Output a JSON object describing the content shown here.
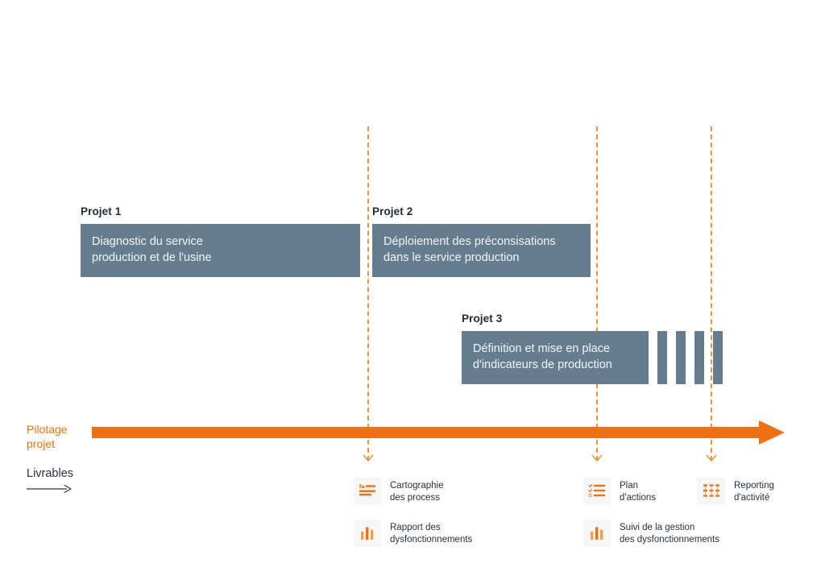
{
  "diagram": {
    "title_hidden": "",
    "colors": {
      "bar": "#667d90",
      "accent_orange": "#ef7012",
      "dashed_orange": "#e8923f",
      "text_dark": "#1c2a36",
      "icon_bg": "#f6f6f6"
    }
  },
  "projects": [
    {
      "title": "Projet 1",
      "description": "Diagnostic du service\nproduction et de l'usine",
      "stripes": 0
    },
    {
      "title": "Projet 2",
      "description": "Déploiement des préconsisations\ndans le service production",
      "stripes": 0
    },
    {
      "title": "Projet 3",
      "description": "Définition et mise en place\nd'indicateurs de production",
      "stripes": 4
    }
  ],
  "timeline": {
    "label": "Pilotage\nprojet",
    "arrow_icon": "arrow-right-icon"
  },
  "livrables": {
    "label": "Livrables",
    "arrow_icon": "arrow-right-thin-icon"
  },
  "milestones": [
    {
      "name": "milestone-1"
    },
    {
      "name": "milestone-2"
    },
    {
      "name": "milestone-3"
    }
  ],
  "deliverables": [
    {
      "icon": "process-map-icon",
      "label": "Cartographie\ndes process"
    },
    {
      "icon": "bar-chart-icon",
      "label": "Rapport des\ndysfonctionnements"
    },
    {
      "icon": "checklist-icon",
      "label": "Plan\nd'actions"
    },
    {
      "icon": "bar-chart-icon",
      "label": "Suivi de la gestion\ndes dysfonctionnements"
    },
    {
      "icon": "grid-table-icon",
      "label": "Reporting\nd'activité"
    }
  ]
}
